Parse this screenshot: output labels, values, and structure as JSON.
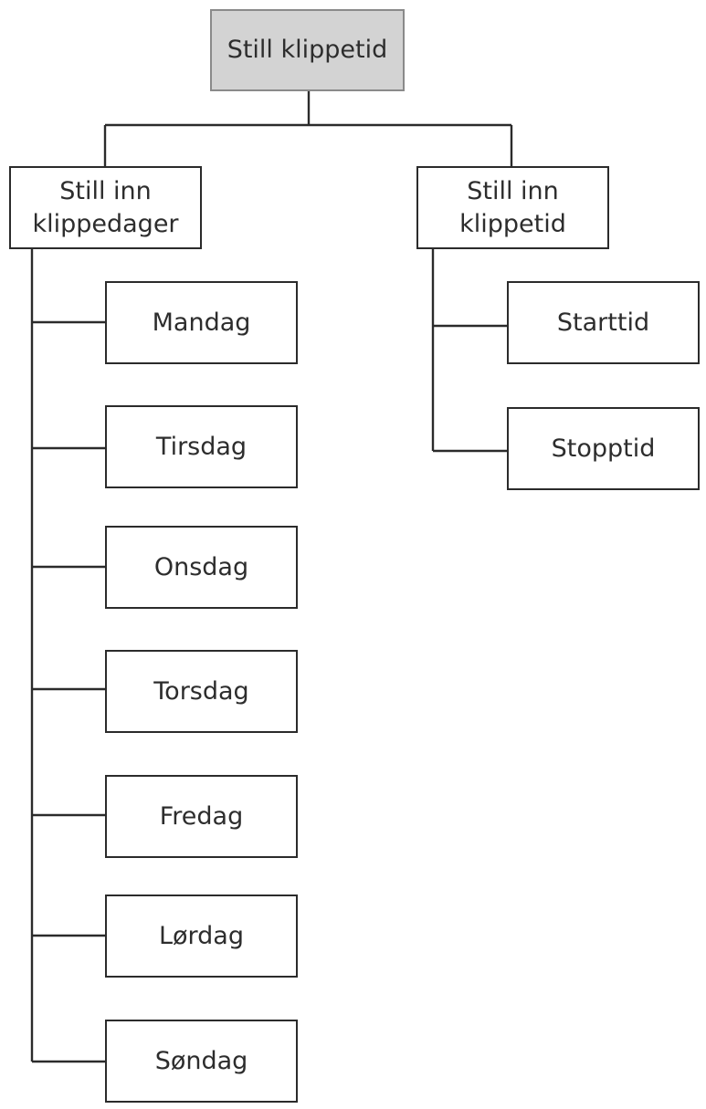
{
  "diagram": {
    "root": {
      "label": "Still klippetid",
      "fill": "#d3d3d3"
    },
    "left_branch": {
      "label": "Still inn\nklippedager",
      "children": [
        "Mandag",
        "Tirsdag",
        "Onsdag",
        "Torsdag",
        "Fredag",
        "Lørdag",
        "Søndag"
      ]
    },
    "right_branch": {
      "label": "Still inn\nklippetid",
      "children": [
        "Starttid",
        "Stopptid"
      ]
    }
  }
}
